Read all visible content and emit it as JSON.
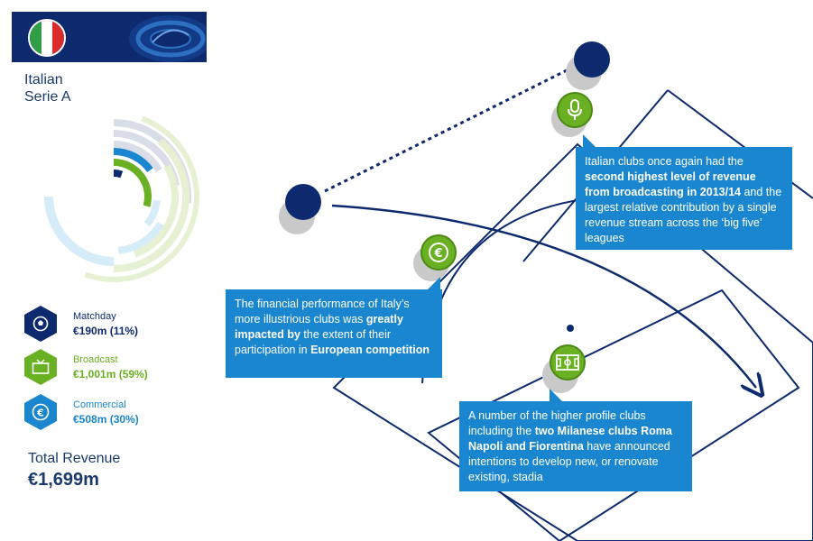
{
  "league": {
    "name_line1": "Italian",
    "name_line2": "Serie A"
  },
  "colors": {
    "navy": "#0d2a6e",
    "green": "#6ab023",
    "blue": "#1a86cf",
    "light_blue": "#d6ecf8",
    "light_green": "#e6f0d3",
    "light_navy": "#d8dde8"
  },
  "revenue": {
    "matchday": {
      "label": "Matchday",
      "value": "€190m (11%)",
      "share": 0.11,
      "icon": "football-icon"
    },
    "broadcast": {
      "label": "Broadcast",
      "value": "€1,001m (59%)",
      "share": 0.59,
      "icon": "tv-icon"
    },
    "commercial": {
      "label": "Commercial",
      "value": "€508m (30%)",
      "share": 0.3,
      "icon": "euro-icon"
    },
    "total_label": "Total Revenue",
    "total_value": "€1,699m"
  },
  "callouts": {
    "broadcast_text_1": "Italian clubs once again had the",
    "broadcast_text_bold": "second highest level of revenue from broadcasting in 2013/14",
    "broadcast_text_2": "and the largest relative contribution by a single revenue stream across the ‘big five’ leagues",
    "financial_text_1": "The financial performance of Italy’s more illustrious clubs was",
    "financial_text_bold_1": "greatly impacted by",
    "financial_text_2": "the extent of their participation in",
    "financial_text_bold_2": "European competition",
    "stadia_text_1": "A number of the higher profile clubs including the",
    "stadia_text_bold": "two Milanese clubs Roma  Napoli and Fiorentina",
    "stadia_text_2": "have announced intentions to develop new, or renovate existing, stadia"
  },
  "icons": {
    "broadcast_callout": "microphone-icon",
    "financial_callout": "euro-coin-icon",
    "stadia_callout": "pitch-icon"
  }
}
